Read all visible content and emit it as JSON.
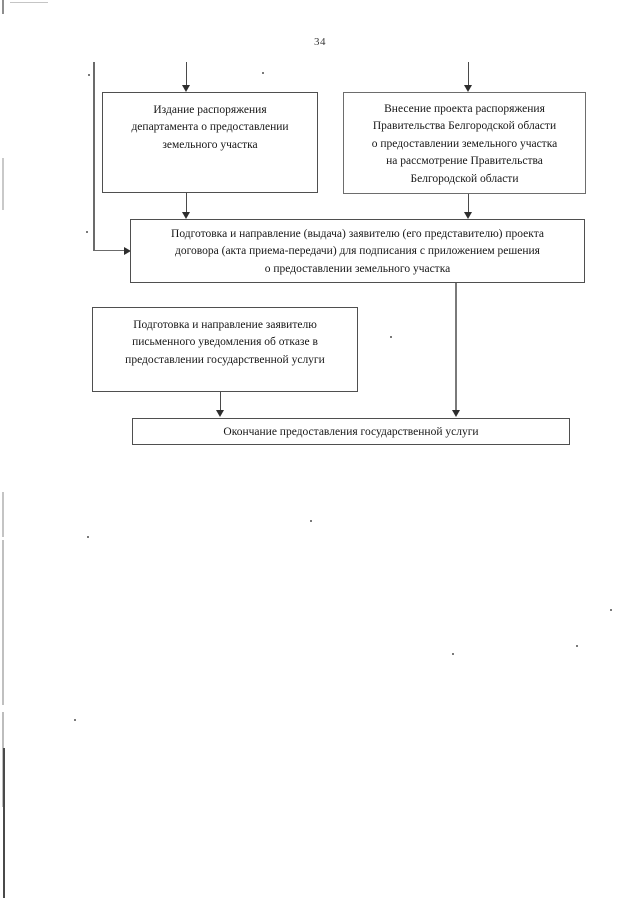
{
  "document": {
    "page_number": "34",
    "type": "flowchart",
    "language": "ru"
  },
  "flowchart": {
    "nodes": [
      {
        "id": "node-1",
        "name": "issue-department-order",
        "text": "Издание распоряжения\nдепартамента о предоставлении\nземельного участка"
      },
      {
        "id": "node-2",
        "name": "submit-government-draft-order",
        "text": "Внесение проекта распоряжения\nПравительства Белгородской области\nо предоставлении земельного участка\nна рассмотрение Правительства\nБелгородской области"
      },
      {
        "id": "node-3",
        "name": "prepare-and-send-contract-draft",
        "text": "Подготовка и направление (выдача) заявителю (его представителю) проекта\nдоговора (акта приема-передачи) для подписания с приложением решения\nо предоставлении земельного участка"
      },
      {
        "id": "node-4",
        "name": "prepare-and-send-refusal-notice",
        "text": "Подготовка и направление  заявителю\nписьменного уведомления об отказе в\nпредоставлении государственной услуги"
      },
      {
        "id": "node-5",
        "name": "end-of-service-provision",
        "text": "Окончание предоставления государственной услуги"
      }
    ],
    "connectors": [
      {
        "name": "inflow-to-node-1",
        "from": "above",
        "to": "node-1"
      },
      {
        "name": "inflow-to-node-2",
        "from": "above",
        "to": "node-2"
      },
      {
        "name": "node-1-to-node-3",
        "from": "node-1",
        "to": "node-3"
      },
      {
        "name": "node-2-to-node-3",
        "from": "node-2",
        "to": "node-3"
      },
      {
        "name": "left-bypass-to-node-3",
        "from": "above-left",
        "to": "node-3"
      },
      {
        "name": "node-3-to-node-5",
        "from": "node-3",
        "to": "node-5"
      },
      {
        "name": "node-4-to-node-5",
        "from": "node-4",
        "to": "node-5"
      }
    ]
  },
  "colors": {
    "paper": "#ffffff",
    "ink": "#161616",
    "box_border": "#4f4f4f",
    "connector": "#4a4a4a"
  }
}
